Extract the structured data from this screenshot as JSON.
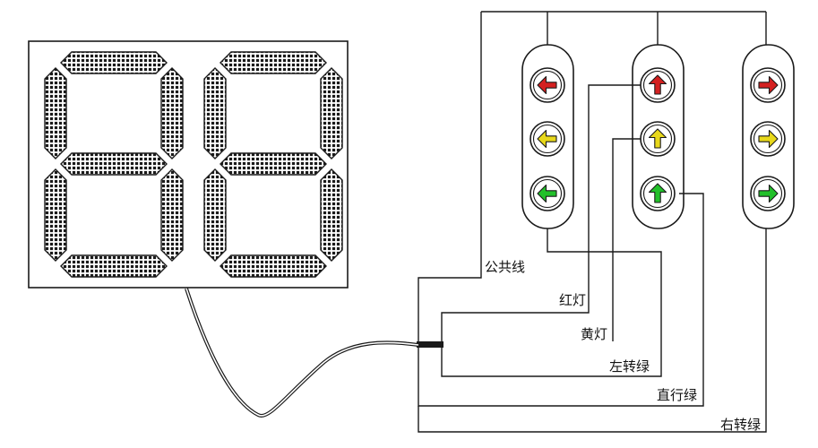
{
  "display": {
    "digits": [
      "8",
      "8"
    ]
  },
  "signals": {
    "left": {
      "arrows": [
        "left",
        "left",
        "left"
      ]
    },
    "straight": {
      "arrows": [
        "up",
        "up",
        "up"
      ]
    },
    "right": {
      "arrows": [
        "right",
        "right",
        "right"
      ]
    }
  },
  "colors": {
    "red": "#d42020",
    "yellow": "#e8d81a",
    "green": "#22c02a",
    "wire": "#1a1a1a",
    "segment": "#1a1a1a"
  },
  "labels": {
    "common": "公共线",
    "red": "红灯",
    "yellow": "黄灯",
    "left_green": "左转绿",
    "straight_green": "直行绿",
    "right_green": "右转绿"
  }
}
